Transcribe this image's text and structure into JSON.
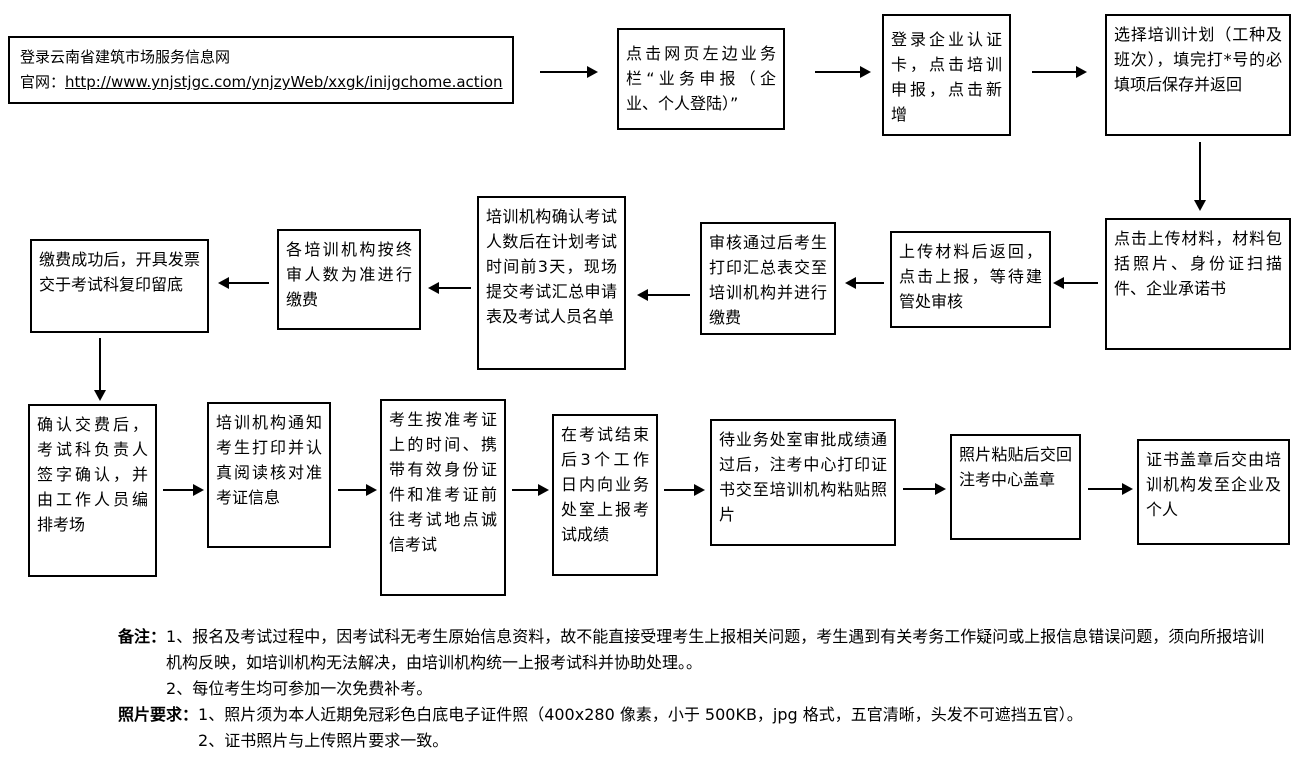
{
  "page": {
    "background_color": "#ffffff",
    "line_color": "#000000"
  },
  "flow": {
    "steps": [
      {
        "name": "login-website",
        "line1": "登录云南省建筑市场服务信息网",
        "url_label": "官网：",
        "url": "http://www.ynjstjgc.com/ynjzyWeb/xxgk/inijgchome.action"
      },
      {
        "name": "click-business-column",
        "text": "点击网页左边业务栏“业务申报（企业、个人登陆）”"
      },
      {
        "name": "login-cert-card",
        "text": "登录企业认证卡，点击培训申报，点击新增"
      },
      {
        "name": "select-training-plan",
        "text": "选择培训计划（工种及班次），填完打*号的必填项后保存并返回"
      },
      {
        "name": "upload-materials",
        "text": "点击上传材料，材料包括照片、身份证扫描件、企业承诺书"
      },
      {
        "name": "submit-for-review",
        "text": "上传材料后返回，点击上报，等待建管处审核"
      },
      {
        "name": "print-summary-pay",
        "text": "审核通过后考生打印汇总表交至培训机构并进行缴费"
      },
      {
        "name": "org-confirm-submit",
        "text": "培训机构确认考试人数后在计划考试时间前3天，现场提交考试汇总申请表及考试人员名单"
      },
      {
        "name": "org-pay-final-count",
        "text": "各培训机构按终审人数为准进行缴费"
      },
      {
        "name": "invoice-filing",
        "text": "缴费成功后，开具发票交于考试科复印留底"
      },
      {
        "name": "confirm-payment-arrange",
        "text": "确认交费后，考试科负责人签字确认，并由工作人员编排考场"
      },
      {
        "name": "notify-print-ticket",
        "text": "培训机构通知考生打印并认真阅读核对准考证信息"
      },
      {
        "name": "attend-exam",
        "text": "考生按准考证上的时间、携带有效身份证件和准考证前往考试地点诚信考试"
      },
      {
        "name": "report-scores",
        "text": "在考试结束后3个工作日内向业务处室上报考试成绩"
      },
      {
        "name": "print-certificate",
        "text": "待业务处室审批成绩通过后，注考中心打印证书交至培训机构粘贴照片"
      },
      {
        "name": "stamp-certificate",
        "text": "照片粘贴后交回注考中心盖章"
      },
      {
        "name": "issue-certificate",
        "text": "证书盖章后交由培训机构发至企业及个人"
      }
    ]
  },
  "notes": {
    "remark_label": "备注：",
    "remark_items": [
      "1、报名及考试过程中，因考试科无考生原始信息资料，故不能直接受理考生上报相关问题，考生遇到有关考务工作疑问或上报信息错误问题，须向所报培训机构反映，如培训机构无法解决，由培训机构统一上报考试科并协助处理。。",
      "2、每位考生均可参加一次免费补考。"
    ],
    "photo_label": "照片要求：",
    "photo_items": [
      "1、照片须为本人近期免冠彩色白底电子证件照（400x280 像素，小于 500KB，jpg 格式，五官清晰，头发不可遮挡五官）。",
      "2、证书照片与上传照片要求一致。"
    ]
  }
}
